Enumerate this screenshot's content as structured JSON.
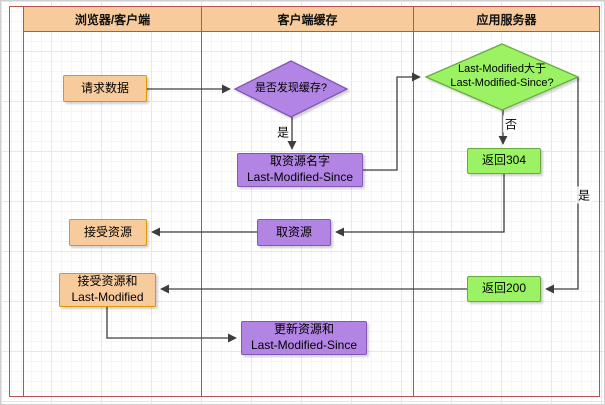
{
  "lanes": {
    "browser": "浏览器/客户端",
    "cache": "客户端缓存",
    "server": "应用服务器"
  },
  "nodes": {
    "request_data": "请求数据",
    "cache_found": "是否发现缓存?",
    "take_resource_name": "取资源名字\nLast-Modified-Since",
    "take_resource": "取资源",
    "update_resource": "更新资源和\nLast-Modified-Since",
    "last_modified_check": "Last-Modified大于\nLast-Modified-Since?",
    "return_304": "返回304",
    "return_200": "返回200",
    "accept_resource": "接受资源",
    "accept_resource_lm": "接受资源和\nLast-Modified"
  },
  "edge_labels": {
    "cache_yes": "是",
    "check_no": "否",
    "check_yes": "是"
  },
  "colors": {
    "client_fill": "#f8cb9c",
    "client_stroke": "#d79b00",
    "cache_fill": "#b284e4",
    "cache_stroke": "#8257b8",
    "server_fill": "#9bf263",
    "server_stroke": "#67ab40",
    "lane_stroke": "#b85450",
    "header_fill": "#f8cb9c"
  }
}
